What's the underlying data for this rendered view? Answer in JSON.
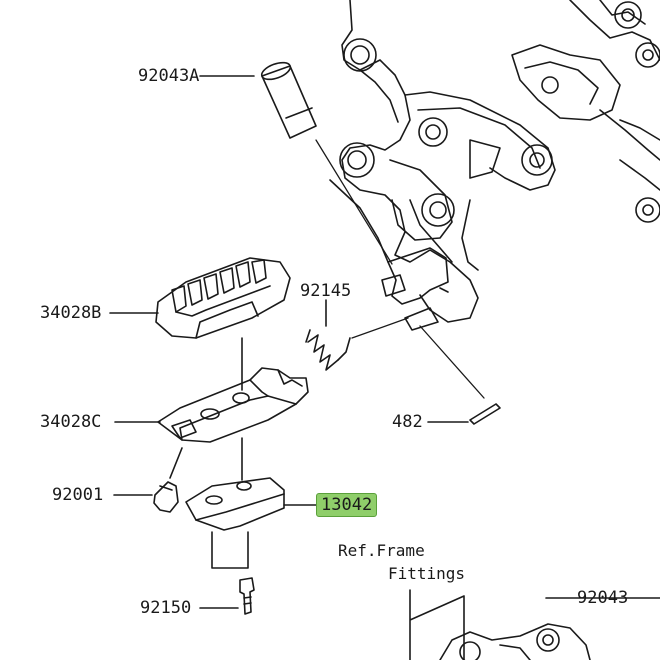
{
  "callouts": {
    "pin_92043A": "92043A",
    "peg_rubber_34028B": "34028B",
    "spring_92145": "92145",
    "peg_34028C": "34028C",
    "cotter_482": "482",
    "bolt_92001": "92001",
    "holder_13042": "13042",
    "bolt_92150": "92150",
    "pin_92043": "92043"
  },
  "reference_note": {
    "line1": "Ref.Frame",
    "line2": "Fittings"
  },
  "highlight_color": "#8fce6a"
}
